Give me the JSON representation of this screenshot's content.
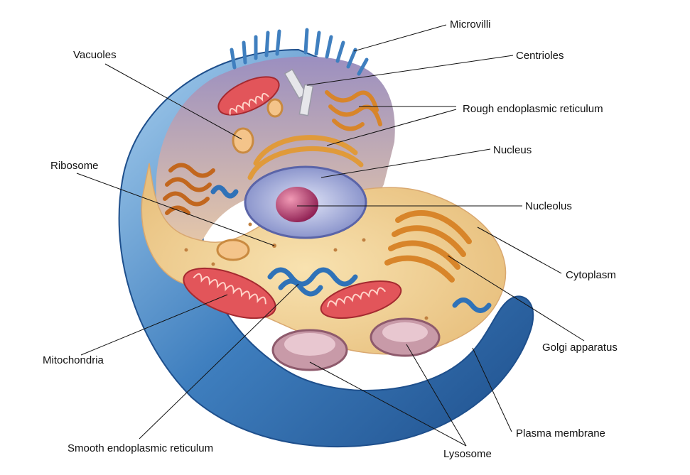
{
  "labels": {
    "microvilli": "Microvilli",
    "centrioles": "Centrioles",
    "vacuoles": "Vacuoles",
    "rough_er": "Rough endoplasmic reticulum",
    "nucleus": "Nucleus",
    "ribosome": "Ribosome",
    "nucleolus": "Nucleolus",
    "cytoplasm": "Cytoplasm",
    "golgi": "Golgi apparatus",
    "mitochondria": "Mitochondria",
    "plasma_membrane": "Plasma membrane",
    "smooth_er": "Smooth endoplasmic reticulum",
    "lysosome": "Lysosome"
  },
  "colors": {
    "membrane": "#3f7fbf",
    "membrane_light": "#7fb4e0",
    "cytoplasm": "#f3d9a2",
    "back_wall": "#b9a6c9",
    "nucleus": "#9aa6d6",
    "nucleolus": "#b0306a",
    "mitochondria": "#e2555a",
    "golgi": "#d8852a",
    "smooth_er": "#2f72b8",
    "lysosome": "#c89aa8",
    "leader_line": "#111111"
  }
}
